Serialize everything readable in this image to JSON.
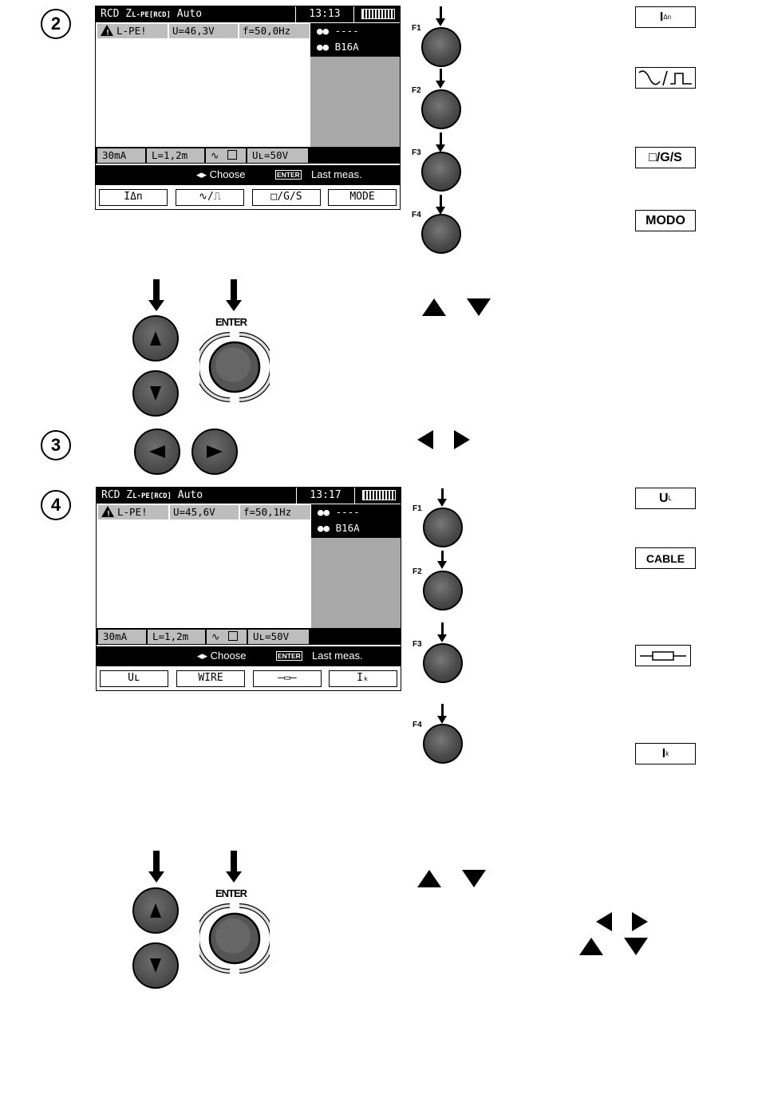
{
  "steps": [
    "2",
    "3",
    "4"
  ],
  "screen1": {
    "title_main": "RCD Z",
    "title_sub": "L-PE[RCD]",
    "title_mode": "Auto",
    "time": "13:13",
    "status_lpe": "L-PE!",
    "status_u": "U=46,3V",
    "status_f": "f=50,0Hz",
    "panel_line1": "●● ----",
    "panel_line2": "●● B16A",
    "current": "30mA",
    "length": "L=1,2m",
    "ul": "Uʟ=50V",
    "hint_choose": "◂▸ Choose",
    "hint_enter": "ENTER",
    "hint_last": "Last meas.",
    "softkeys": [
      "IΔn",
      "∿/⎍",
      "□/G/S",
      "MODE"
    ]
  },
  "screen2": {
    "title_main": "RCD Z",
    "title_sub": "L-PE[RCD]",
    "title_mode": "Auto",
    "time": "13:17",
    "status_lpe": "L-PE!",
    "status_u": "U=45,6V",
    "status_f": "f=50,1Hz",
    "panel_line1": "●● ----",
    "panel_line2": "●● B16A",
    "current": "30mA",
    "length": "L=1,2m",
    "ul": "Uʟ=50V",
    "hint_choose": "◂▸ Choose",
    "hint_enter": "ENTER",
    "hint_last": "Last meas.",
    "softkeys": [
      "Uʟ",
      "WIRE",
      "—▭—",
      "Iₖ"
    ]
  },
  "fkeys": [
    "F1",
    "F2",
    "F3",
    "F4"
  ],
  "enter_label": "ENTER",
  "right_labels_1": {
    "f1": "I",
    "f1_sub": "Δn",
    "f2": "∿/⎍",
    "f3": "□/G/S",
    "f4": "MODO"
  },
  "right_labels_2": {
    "f1": "U",
    "f1_sub": "L",
    "f2": "CABLE",
    "f3": "",
    "f4": "I",
    "f4_sub": "k"
  },
  "icons": [
    "warning-icon",
    "battery-icon",
    "sine-wave-icon",
    "square-icon",
    "fuse-icon",
    "arrow-up-icon",
    "arrow-down-icon",
    "arrow-left-icon",
    "arrow-right-icon"
  ]
}
